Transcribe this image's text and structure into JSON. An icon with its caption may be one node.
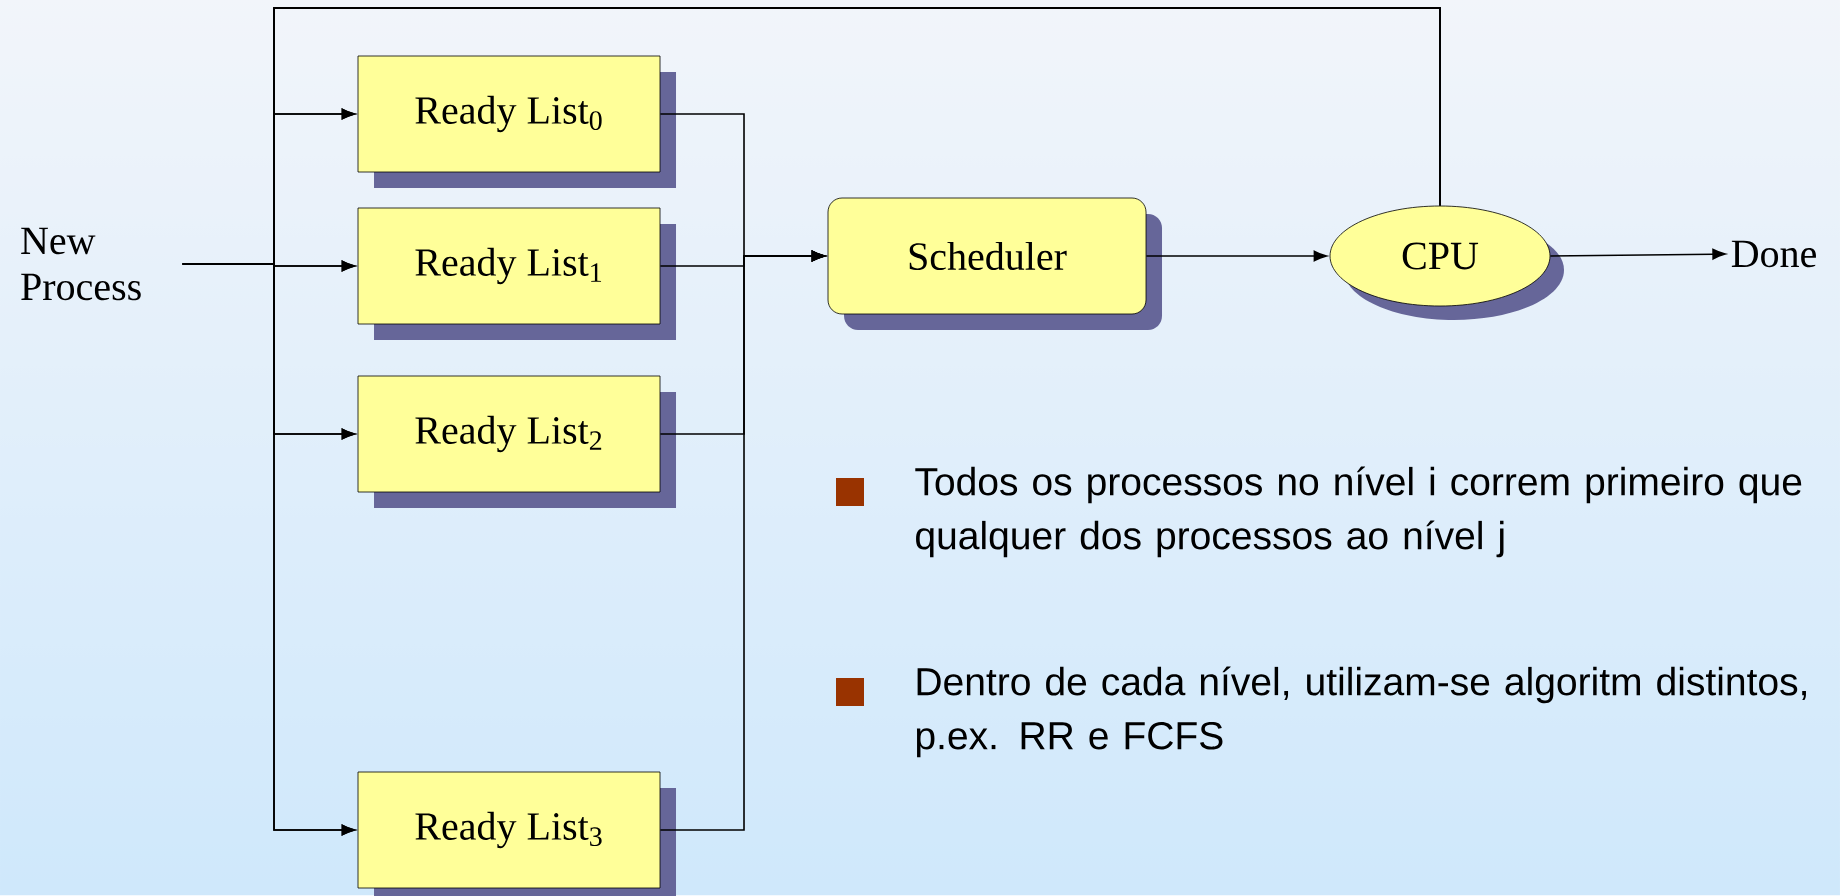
{
  "diagram": {
    "nodes": [
      {
        "text": [
          "New Process"
        ]
      },
      {
        "text": [
          "Ready List$_{0}$"
        ]
      },
      {
        "text": [
          "Ready List$_{1}$"
        ]
      },
      {
        "text": [
          "Ready List$_{2}$"
        ]
      },
      {
        "text": [
          "Ready List$_{3}$"
        ]
      },
      {
        "text": [
          "Scheduler"
        ]
      },
      {
        "text": [
          "CPU"
        ]
      },
      {
        "text": [
          "Done"
        ]
      }
    ],
    "edges": [
      {
        "from": 0,
        "to": 1,
        "arrow": "to"
      },
      {
        "from": 0,
        "to": 2,
        "arrow": "to"
      },
      {
        "from": 0,
        "to": 3,
        "arrow": "to"
      },
      {
        "from": 0,
        "to": 4,
        "arrow": "to"
      },
      {
        "from": 6,
        "to": 1,
        "arrow": "to"
      },
      {
        "from": 6,
        "to": 2,
        "arrow": "to"
      },
      {
        "from": 6,
        "to": 3,
        "arrow": "to"
      },
      {
        "from": 6,
        "to": 4,
        "arrow": "to"
      },
      {
        "from": 1,
        "to": 5,
        "arrow": "to"
      },
      {
        "from": 2,
        "to": 5,
        "arrow": "to"
      },
      {
        "from": 3,
        "to": 5,
        "arrow": "to"
      },
      {
        "from": 4,
        "to": 5,
        "arrow": "to"
      },
      {
        "from": 5,
        "to": 6,
        "arrow": "to"
      },
      {
        "from": 6,
        "to": 7,
        "arrow": "to"
      }
    ],
    "labels": [
      "Todos os processos no nível i correm primeiro que qualquer dos processos ao nível j",
      "Dentro de cada nível, utilizam-se algoritm distintos, p.ex. RR e FCFS"
    ]
  }
}
